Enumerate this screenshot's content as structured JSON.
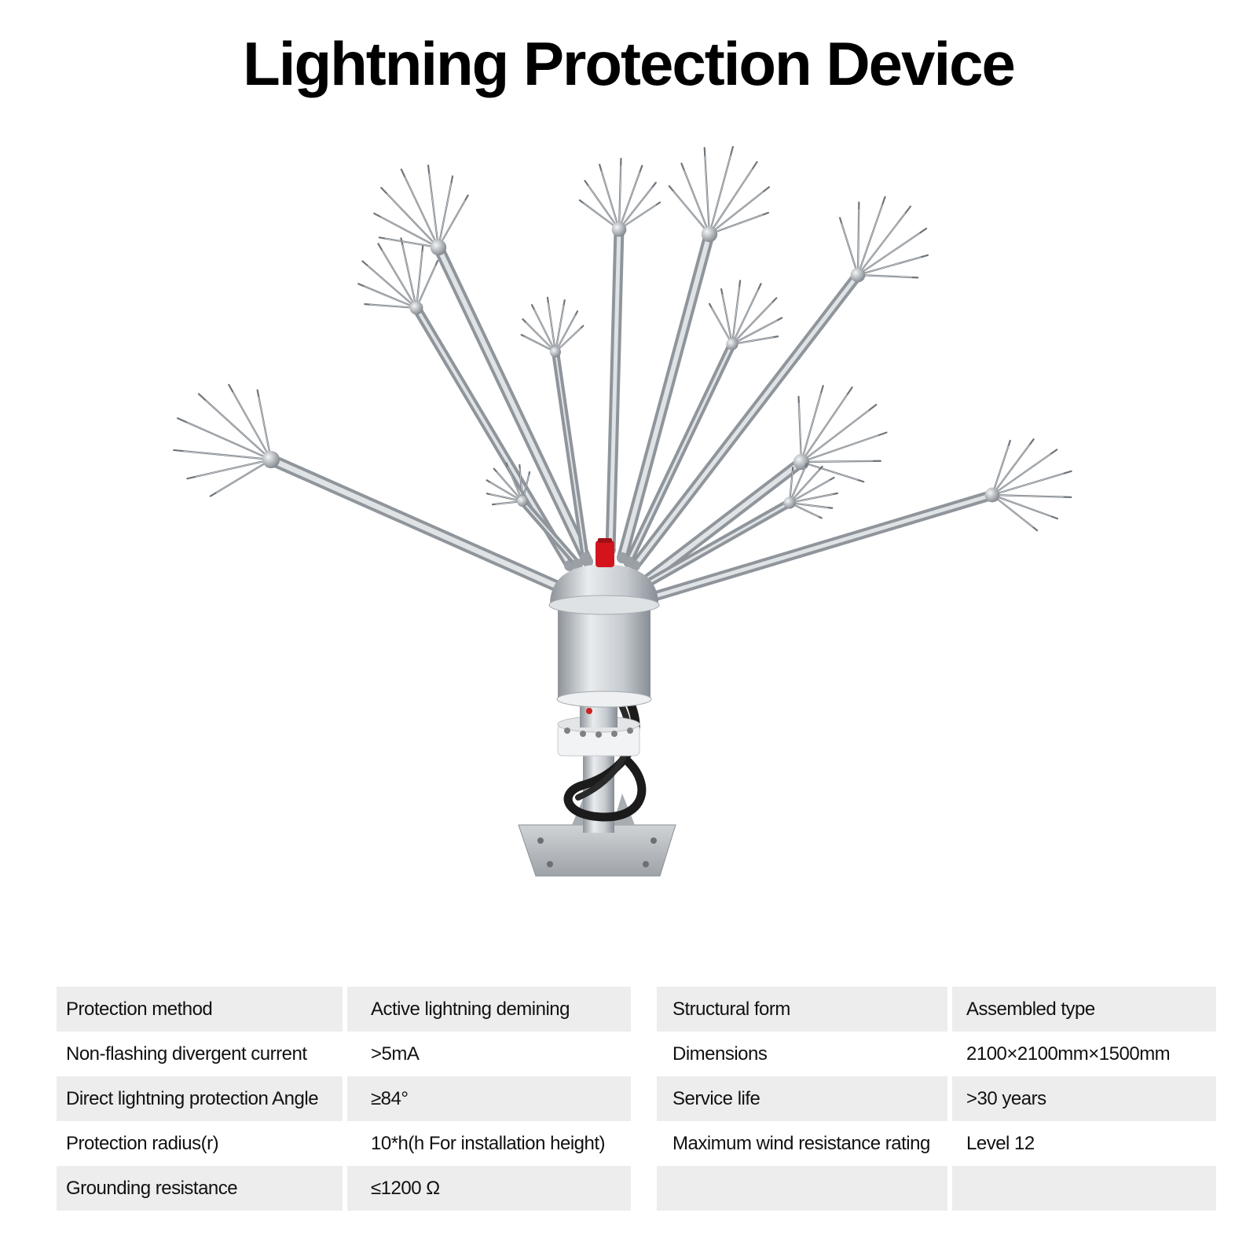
{
  "title": "Lightning Protection Device",
  "product_image": {
    "description_icon": "lightning-protection-device-photo-icon"
  },
  "specs_left": [
    {
      "label": "Protection method",
      "value": "Active lightning demining"
    },
    {
      "label": "Non-flashing divergent current",
      "value": ">5mA"
    },
    {
      "label": "Direct lightning protection Angle",
      "value": "≥84°"
    },
    {
      "label": "Protection radius(r)",
      "value": "10*h(h For installation height)"
    },
    {
      "label": "Grounding resistance",
      "value": "≤1200 Ω"
    }
  ],
  "specs_right": [
    {
      "label": "Structural form",
      "value": "Assembled type"
    },
    {
      "label": "Dimensions",
      "value": "2100×2100mm×1500mm"
    },
    {
      "label": "Service life",
      "value": ">30 years"
    },
    {
      "label": "Maximum wind resistance rating",
      "value": "Level 12"
    },
    {
      "label": "",
      "value": ""
    }
  ],
  "colors": {
    "row_shade": "#ededed",
    "metal": "#b9bec4",
    "red_cap": "#d4141c",
    "cable": "#1b1b1b"
  }
}
